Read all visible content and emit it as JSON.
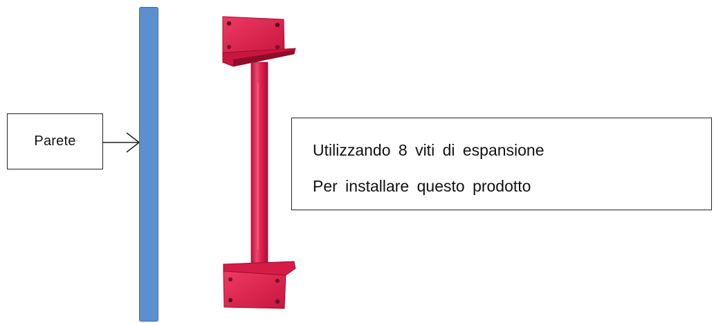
{
  "wall_label": "Parete",
  "instructions": {
    "line1": "Utilizzando 8 viti di espansione",
    "line2": "Per installare questo prodotto"
  },
  "colors": {
    "wall": "#5b8fd0",
    "bracket": "#e01e4e"
  }
}
